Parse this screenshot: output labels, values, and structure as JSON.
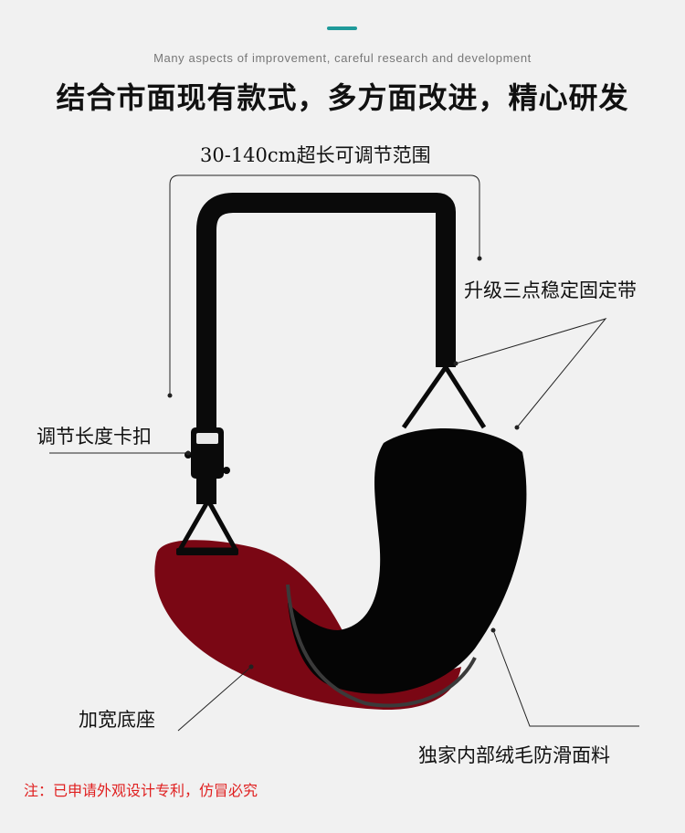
{
  "header": {
    "subtitle": "Many aspects of improvement, careful research and development",
    "title": "结合市面现有款式，多方面改进，精心研发"
  },
  "callouts": {
    "range": "30-140cm超长可调节范围",
    "strap": "升级三点稳定固定带",
    "buckle": "调节长度卡扣",
    "base": "加宽底座",
    "fabric": "独家内部绒毛防滑面料"
  },
  "footer": {
    "note": "注：已申请外观设计专利，仿冒必究"
  },
  "colors": {
    "accent": "#1f9a9a",
    "base": "#7a0714",
    "pad": "#050505",
    "note": "#e02020"
  }
}
